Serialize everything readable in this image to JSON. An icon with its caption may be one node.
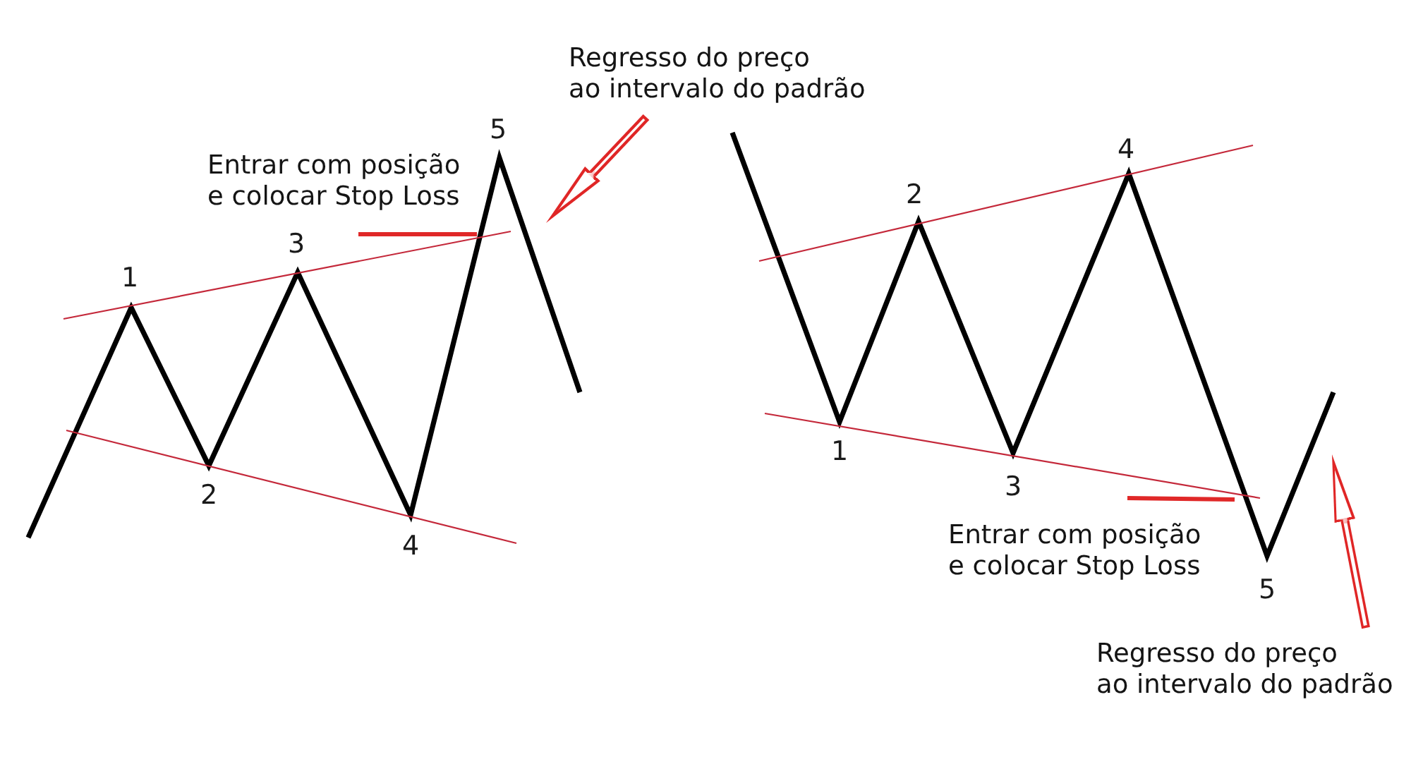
{
  "diagram": {
    "nodes": [
      {
        "text": [
          "Regresso do preço ao intervalo do padrão"
        ]
      },
      {
        "text": [
          "Regresso do preço ao intervalo do padrão"
        ]
      }
    ],
    "edges": [
      {
        "from": 0,
        "to": null,
        "arrow": "to"
      },
      {
        "from": 1,
        "to": null,
        "arrow": "to"
      }
    ],
    "labels": [
      "5",
      "Entrar com posição e colocar Stop Loss",
      "3",
      "1",
      "2",
      "4",
      "4",
      "2",
      "1",
      "3",
      "Entrar com posição e colocar Stop Loss",
      "5"
    ]
  }
}
